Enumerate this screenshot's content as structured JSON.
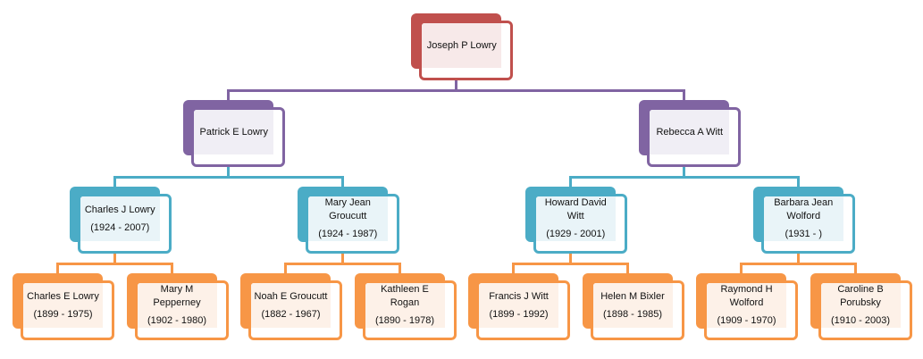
{
  "tree": {
    "name": "Joseph P Lowry",
    "years": "",
    "children": [
      {
        "name": "Patrick E Lowry",
        "years": "",
        "children": [
          {
            "name": "Charles J Lowry",
            "years": "(1924 - 2007)",
            "children": [
              {
                "name": "Charles E Lowry",
                "years": "(1899 - 1975)"
              },
              {
                "name": "Mary M Pepperney",
                "years": "(1902 - 1980)"
              }
            ]
          },
          {
            "name": "Mary Jean Groucutt",
            "years": "(1924 - 1987)",
            "children": [
              {
                "name": "Noah E Groucutt",
                "years": "(1882 - 1967)"
              },
              {
                "name": "Kathleen E Rogan",
                "years": "(1890 - 1978)"
              }
            ]
          }
        ]
      },
      {
        "name": "Rebecca A Witt",
        "years": "",
        "children": [
          {
            "name": "Howard David Witt",
            "years": "(1929 - 2001)",
            "children": [
              {
                "name": "Francis J Witt",
                "years": "(1899 - 1992)"
              },
              {
                "name": "Helen M Bixler",
                "years": "(1898 - 1985)"
              }
            ]
          },
          {
            "name": "Barbara Jean Wolford",
            "years": "(1931 - )",
            "children": [
              {
                "name": "Raymond H Wolford",
                "years": "(1909 - 1970)"
              },
              {
                "name": "Caroline B Porubsky",
                "years": "(1910 - 2003)"
              }
            ]
          }
        ]
      }
    ]
  },
  "level_colors": [
    "#c0504d",
    "#8064a2",
    "#4bacc6",
    "#f79646"
  ],
  "level_tints": [
    "#f7e9e9",
    "#f0eef5",
    "#e9f4f8",
    "#fdf1e8"
  ]
}
